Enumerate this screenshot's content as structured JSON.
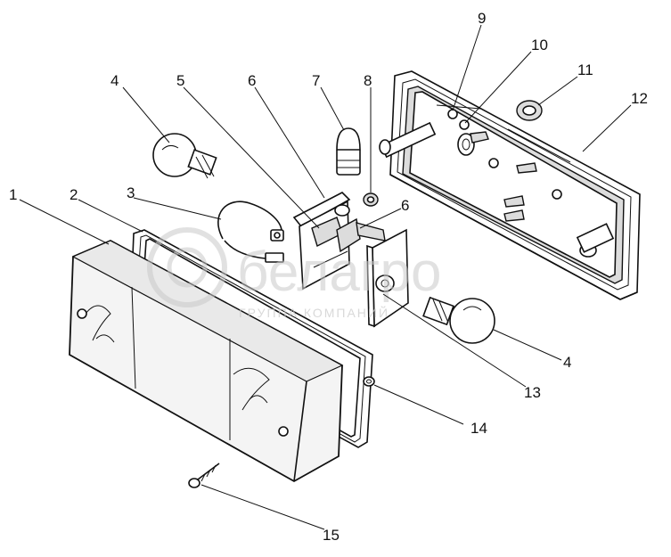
{
  "watermark": {
    "brand": "белагро",
    "tagline": "ГРУППА КОМПАНИЙ"
  },
  "callouts": [
    "1",
    "2",
    "3",
    "4",
    "5",
    "6",
    "7",
    "8",
    "9",
    "10",
    "11",
    "12",
    "4",
    "13",
    "14",
    "15",
    "6"
  ],
  "colors": {
    "line": "#111111",
    "watermark": "#c9c9c9"
  }
}
